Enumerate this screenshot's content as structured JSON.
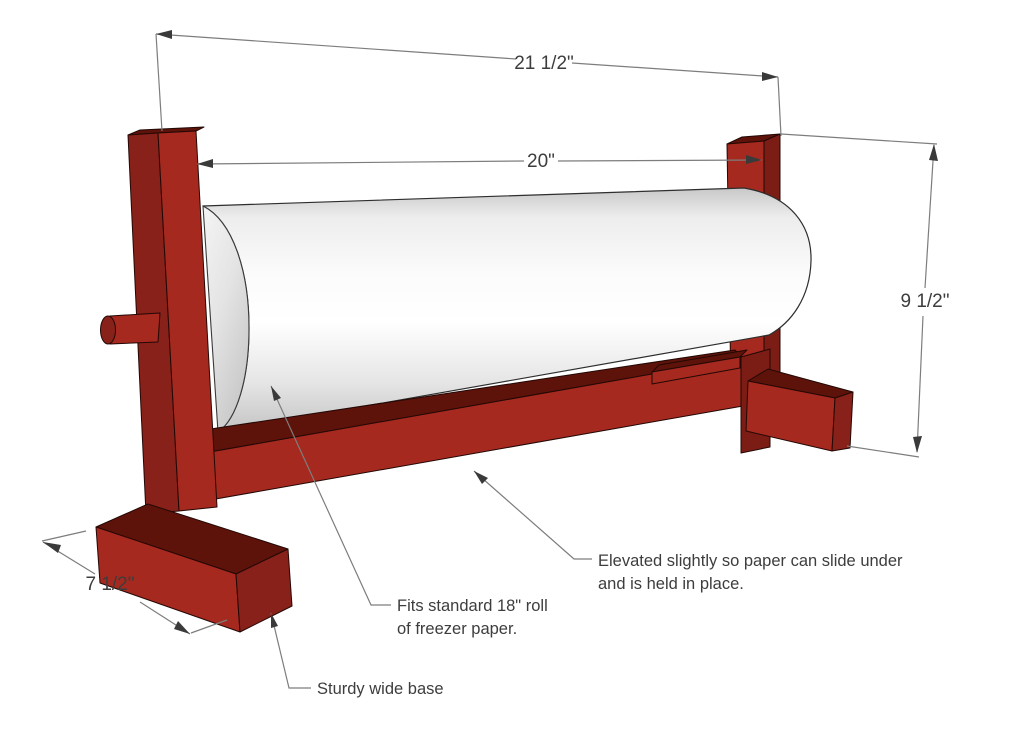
{
  "title": "Freezer paper roll holder diagram",
  "dimensions": {
    "overall_width": "21 1/2\"",
    "inner_width": "20\"",
    "height": "9 1/2\"",
    "base_depth": "7 1/2\""
  },
  "annotations": {
    "roll_note_line1": "Fits standard 18\" roll",
    "roll_note_line2": "of freezer paper.",
    "elevated_note_line1": "Elevated slightly so paper can slide under",
    "elevated_note_line2": "and is held in place.",
    "base_note": "Sturdy wide base"
  },
  "colors": {
    "wood_front": "#A5291E",
    "wood_side": "#87211A",
    "wood_side_dark": "#7C1D15",
    "wood_top": "#5E130A",
    "paper_highlight": "#FFFFFF",
    "paper_shadow": "#C6C6C6",
    "line_gray": "#7D7D7D",
    "arrow_dark": "#3A3A3A",
    "text_color": "#3D3D3D",
    "background": "#FFFFFF"
  }
}
